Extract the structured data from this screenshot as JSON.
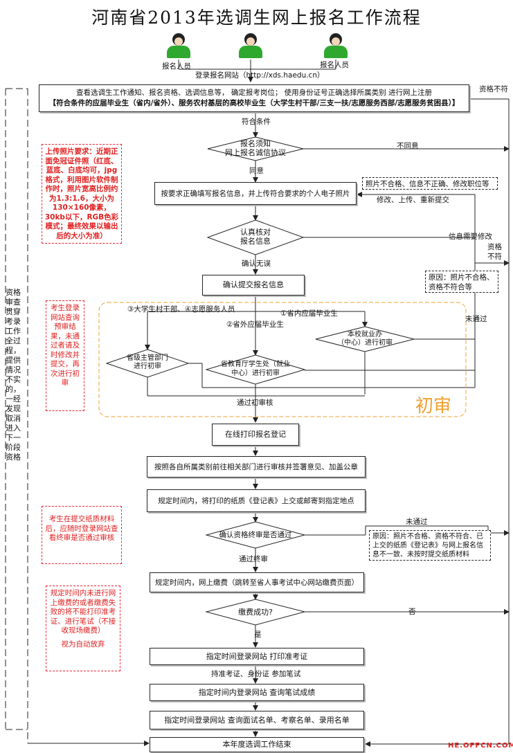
{
  "title": "河南省2013年选调生网上报名工作流程",
  "roles": {
    "left": "报名人员",
    "right": "报名人员"
  },
  "register_site": "登录报名网站（http://xds.haedu.cn）",
  "top_box": {
    "line1": "查看选调生工作通知、报名资格、选调信息等，  确定报考岗位；    使用身份证号正确选择所属类别       进行网上注册",
    "line2": "【符合条件的应届毕业生（省内/省外）、服务农村基层的高校毕业生（大学生村干部/三支一扶/志愿服务西部/志愿服务贫困县）】"
  },
  "labels": {
    "unqualified_top": "资格不符",
    "meets": "符合条件",
    "disagree": "不同意",
    "agree": "同意",
    "modify_upload": "修改、上传、重新提交",
    "info_needs_modify": "信息需要修改",
    "unqualified_right_1": "资格",
    "unqualified_right_2": "不符",
    "confirm_ok": "确认无误",
    "rejected": "未通过",
    "path3_4": "③大学生村干部、④志愿服务人员",
    "path1": "①省内应届毕业生",
    "path2": "②省外应届毕业生",
    "passed_first": "通过初审核",
    "final_rejected": "未通过",
    "passed_final": "通过终审",
    "no": "否",
    "yes": "是",
    "bring_docs": "持准考证、身份证  参加笔试",
    "first_review_big": "初审"
  },
  "decisions": {
    "notice": "报名须知\n网上报名诚信协议",
    "verify": "认真核对\n报名信息",
    "school": "本校就业办\n（中心）进行初审",
    "provincial": "省级主管部门\n进行初审",
    "edu_dept": "省教育厅学生处（就业\n中心）进行初审",
    "final_review": "确认资格终审是否通过",
    "payment": "缴费成功?"
  },
  "boxes": {
    "fill_info": "按要求正确填写报名信息，并上传符合要求的个人电子照片",
    "submit": "确认提交报名信息",
    "print_reg": "在线打印报名登记",
    "stamp": "按照各自所属类别前往相关部门进行审核并签署意见、加盖公章",
    "submit_paper": "规定时间内，将打印的纸质《登记表》上交或邮寄到指定地点",
    "pay": "规定时间内，网上缴费（跳转至省人事考试中心网站缴费页面）",
    "print_ticket": "指定时间登录网站     打印准考证",
    "check_scores": "指定时间内登录网站     查询笔试成绩",
    "check_lists": "指定时间登录网站 查询面试名单、考察名单、录用名单",
    "end": "本年度选调工作结束"
  },
  "dashed_notes": {
    "photo_issue": "照片不合格、信息不正确、修改职位等",
    "reason_first": "原因：照片不合格、\n资格不符合等",
    "reason_final": "原因：照片不合格、资格不符合、已上交的纸质《登记表》与网上报名信息不一致、未按时提交纸质材料"
  },
  "red_notes": {
    "photo": "上传照片要求：近期正面免冠证件照（红底、蓝底、白底均可，jpg格式，利用图片软件制作时，照片宽高比例约为1.3:1.6，大小为130×160像素，30kb以下，RGB色彩模式；最终效果以输出后的大小为准）",
    "check_review": "考生登录网站查询预审结果，未通过者请及时修改并提交，再次进行初审",
    "check_final": "考生在提交纸质材料后，应随时登录网站查看终审是否通过审核",
    "payment_note": "规定时间内未进行网上缴费的或者缴费失败的将不能打印准考证、进行笔试（不接收现场缴费）",
    "payment_note2": "视为自动放弃"
  },
  "left_note": "资格审查贯穿考录工作全过程，提供情况不实的，一经发现取消进入下一阶段资格",
  "watermark": "HE.OFFCN.COM",
  "colors": {
    "person_body": "#2fa82f",
    "first_review_border": "#f0a030",
    "note_red": "#e02020"
  }
}
